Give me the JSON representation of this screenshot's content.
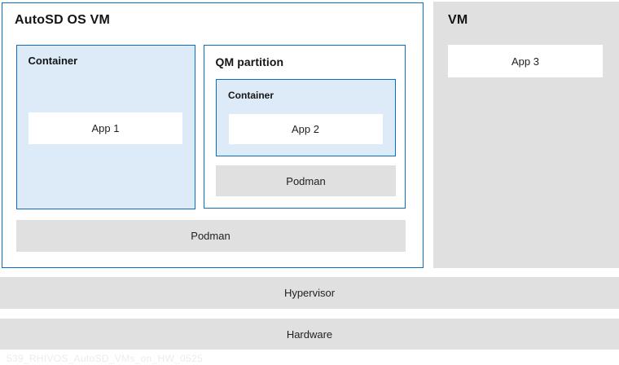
{
  "colors": {
    "blue_border": "#0d6cc4",
    "light_blue_fill": "#ddebf9",
    "gray_fill": "#e0e0e0",
    "text": "#151515",
    "watermark_text": "#ececec"
  },
  "diagram": {
    "autosd_vm": {
      "title": "AutoSD OS VM",
      "container": {
        "title": "Container",
        "app_label": "App 1"
      },
      "qm_partition": {
        "title": "QM partition",
        "container": {
          "title": "Container",
          "app_label": "App 2"
        },
        "runtime_label": "Podman"
      },
      "runtime_label": "Podman"
    },
    "vm": {
      "title": "VM",
      "app_label": "App 3"
    },
    "hypervisor_label": "Hypervisor",
    "hardware_label": "Hardware",
    "watermark": "539_RHIVOS_AutoSD_VMs_on_HW_0525"
  }
}
